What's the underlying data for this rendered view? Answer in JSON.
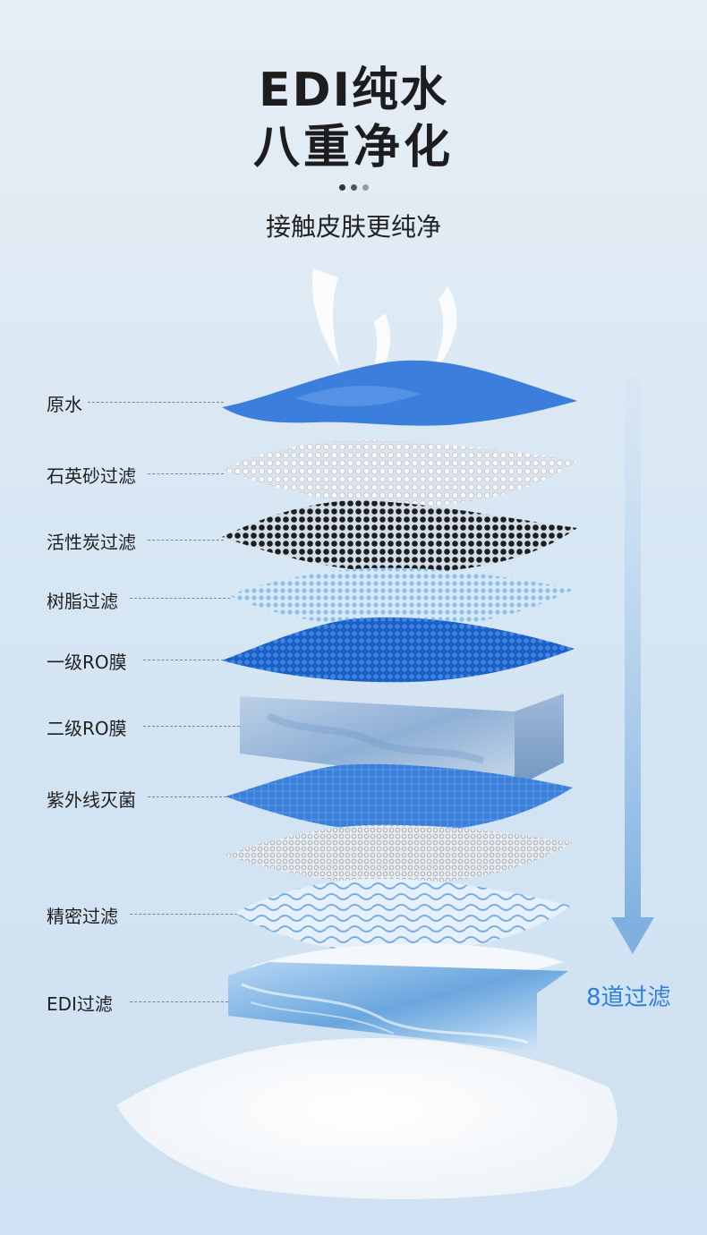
{
  "header": {
    "title_line1": "EDI纯水",
    "title_line2": "八重净化",
    "subtitle": "接触皮肤更纯净"
  },
  "labels": [
    {
      "text": "原水"
    },
    {
      "text": "石英砂过滤"
    },
    {
      "text": "活性炭过滤"
    },
    {
      "text": "树脂过滤"
    },
    {
      "text": "一级RO膜"
    },
    {
      "text": "二级RO膜"
    },
    {
      "text": "紫外线灭菌"
    },
    {
      "text": "精密过滤"
    },
    {
      "text": "EDI过滤"
    }
  ],
  "flow": {
    "label": "8道过滤"
  },
  "colors": {
    "accent": "#2f7fd8",
    "arrow": "#7fb0e0",
    "title": "#1d1d1f"
  },
  "icons": {
    "flow_arrow": "arrow-down-icon"
  }
}
